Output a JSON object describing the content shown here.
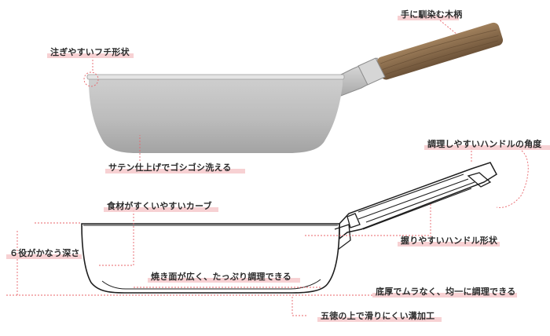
{
  "labels": {
    "wooden_handle": "手に馴染む木柄",
    "pour_rim": "注ぎやすいフチ形状",
    "satin_finish": "サテン仕上げでゴシゴシ洗える",
    "handle_angle": "調理しやすいハンドルの角度",
    "curve": "食材がすくいやすいカーブ",
    "depth": "６役がかなう深さ",
    "grip_shape": "握りやすいハンドル形状",
    "wide_surface": "焼き面が広く、たっぷり調理できる",
    "thick_bottom": "底厚でムラなく、均一に調理できる",
    "groove": "五徳の上で滑りにくい溝加工"
  },
  "colors": {
    "highlight": "#f6c9cb",
    "leader_line": "#e8646a",
    "pan_body": "#bdbdbd",
    "wood": "#8a6a4a",
    "outline": "#1e1e1e"
  }
}
